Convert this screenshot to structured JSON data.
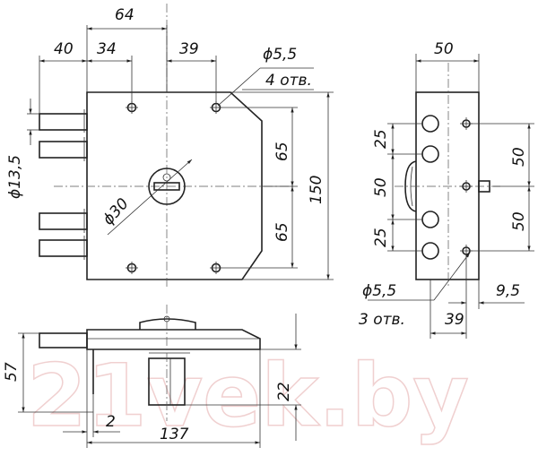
{
  "watermark": "21vek.by",
  "front_view": {
    "dims": {
      "top_64": "64",
      "left_40": "40",
      "left_34": "34",
      "right_39": "39",
      "hole_dia": "ϕ5,5",
      "holes_count": "4 отв.",
      "v65_top": "65",
      "v65_bottom": "65",
      "height_150": "150",
      "pin_dia": "ϕ13,5",
      "cylinder_dia": "ϕ30"
    }
  },
  "side_view": {
    "dims": {
      "width_50": "50",
      "v25_top": "25",
      "v50_mid": "50",
      "v25_bottom": "25",
      "right_50_top": "50",
      "right_50_bottom": "50",
      "hole_dia": "ϕ5,5",
      "holes_count": "3 отв.",
      "h9_5": "9,5",
      "h39": "39"
    }
  },
  "bottom_view": {
    "dims": {
      "v57": "57",
      "v22": "22",
      "h2": "2",
      "h137": "137"
    }
  }
}
